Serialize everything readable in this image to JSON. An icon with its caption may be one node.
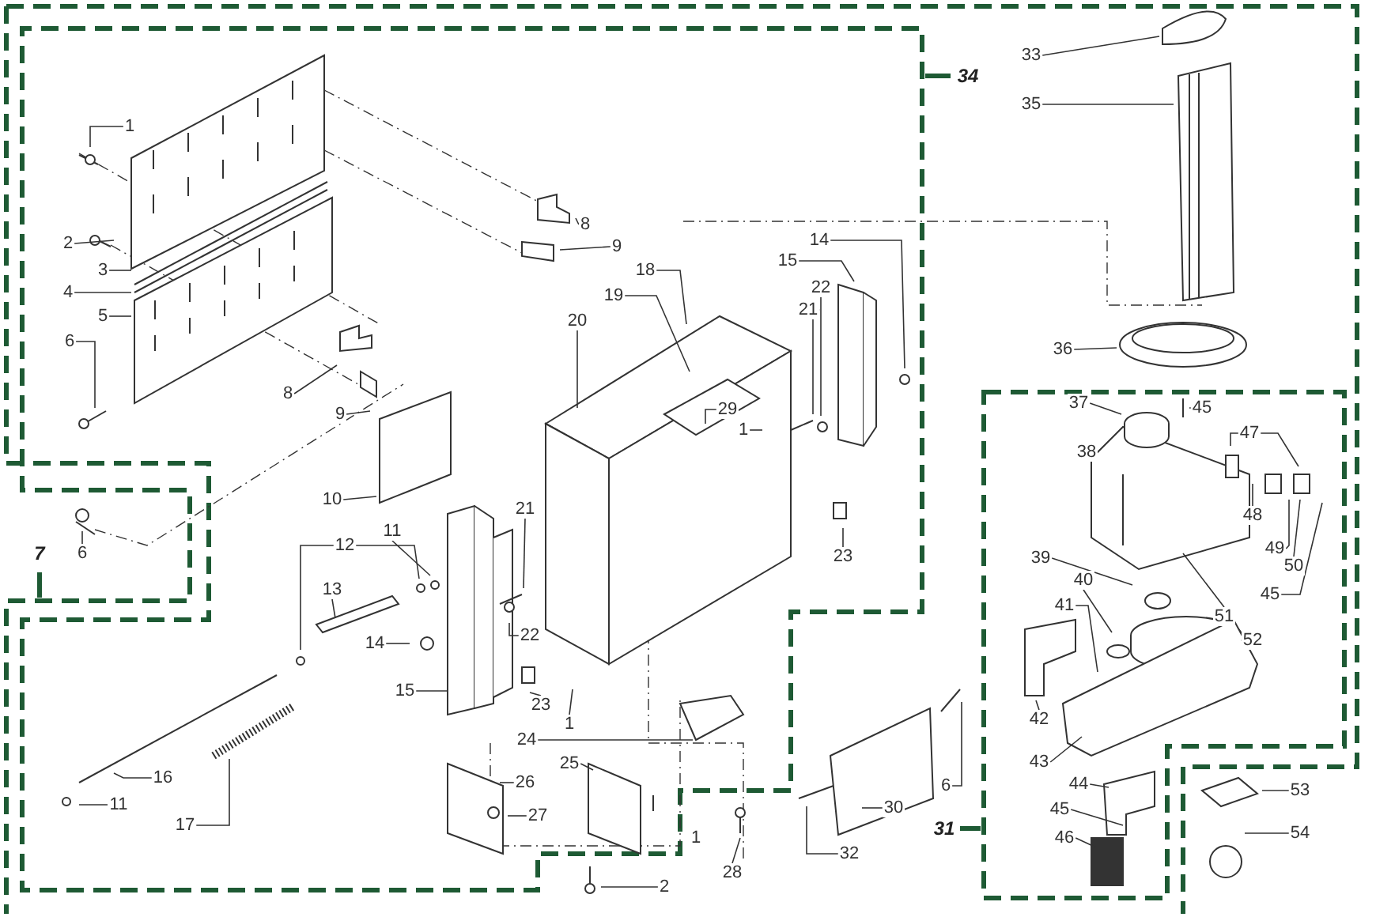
{
  "diagram": {
    "nodes": [
      {
        "text": [
          "33"
        ]
      },
      {
        "text": [
          "35"
        ]
      },
      {
        "text": [
          "34"
        ]
      },
      {
        "text": [
          "1"
        ]
      },
      {
        "text": [
          "8"
        ]
      },
      {
        "text": [
          "14"
        ]
      },
      {
        "text": [
          "9"
        ]
      },
      {
        "text": [
          "2"
        ]
      },
      {
        "text": [
          "15"
        ]
      },
      {
        "text": [
          "18"
        ]
      },
      {
        "text": [
          "3"
        ]
      },
      {
        "text": [
          "22"
        ]
      },
      {
        "text": [
          "4"
        ]
      },
      {
        "text": [
          "19"
        ]
      },
      {
        "text": [
          "21"
        ]
      },
      {
        "text": [
          "5"
        ]
      },
      {
        "text": [
          "20"
        ]
      },
      {
        "text": [
          "6"
        ]
      },
      {
        "text": [
          "36"
        ]
      },
      {
        "text": [
          "8"
        ]
      },
      {
        "text": [
          "37"
        ]
      },
      {
        "text": [
          "45"
        ]
      },
      {
        "text": [
          "9"
        ]
      },
      {
        "text": [
          "29"
        ]
      },
      {
        "text": [
          "1"
        ]
      },
      {
        "text": [
          "47"
        ]
      },
      {
        "text": [
          "38"
        ]
      },
      {
        "text": [
          "6"
        ]
      },
      {
        "text": [
          "10"
        ]
      },
      {
        "text": [
          "48"
        ]
      },
      {
        "text": [
          "11"
        ]
      },
      {
        "text": [
          "21"
        ]
      },
      {
        "text": [
          "12"
        ]
      },
      {
        "text": [
          "49"
        ]
      },
      {
        "text": [
          "7"
        ]
      },
      {
        "text": [
          "39"
        ]
      },
      {
        "text": [
          "50"
        ]
      },
      {
        "text": [
          "40"
        ]
      },
      {
        "text": [
          "13"
        ]
      },
      {
        "text": [
          "45"
        ]
      },
      {
        "text": [
          "41"
        ]
      },
      {
        "text": [
          "51"
        ]
      },
      {
        "text": [
          "22"
        ]
      },
      {
        "text": [
          "52"
        ]
      },
      {
        "text": [
          "14"
        ]
      },
      {
        "text": [
          "15"
        ]
      },
      {
        "text": [
          "23"
        ]
      },
      {
        "text": [
          "42"
        ]
      },
      {
        "text": [
          "1"
        ]
      },
      {
        "text": [
          "24"
        ]
      },
      {
        "text": [
          "43"
        ]
      },
      {
        "text": [
          "25"
        ]
      },
      {
        "text": [
          "16"
        ]
      },
      {
        "text": [
          "44"
        ]
      },
      {
        "text": [
          "6"
        ]
      },
      {
        "text": [
          "26"
        ]
      },
      {
        "text": [
          "11"
        ]
      },
      {
        "text": [
          "30"
        ]
      },
      {
        "text": [
          "45"
        ]
      },
      {
        "text": [
          "27"
        ]
      },
      {
        "text": [
          "17"
        ]
      },
      {
        "text": [
          "31"
        ]
      },
      {
        "text": [
          "46"
        ]
      },
      {
        "text": [
          "53"
        ]
      },
      {
        "text": [
          "54"
        ]
      },
      {
        "text": [
          "1"
        ]
      },
      {
        "text": [
          "28"
        ]
      },
      {
        "text": [
          "32"
        ]
      },
      {
        "text": [
          "2"
        ]
      },
      {
        "text": [
          "23"
        ]
      }
    ],
    "edges": [
      {
        "from": 0,
        "to": null,
        "arrow": "none"
      },
      {
        "from": 1,
        "to": null,
        "arrow": "none"
      },
      {
        "from": 3,
        "to": null,
        "arrow": "none"
      },
      {
        "from": 4,
        "to": null,
        "arrow": "none"
      },
      {
        "from": 5,
        "to": null,
        "arrow": "none"
      },
      {
        "from": 6,
        "to": null,
        "arrow": "none"
      },
      {
        "from": 7,
        "to": null,
        "arrow": "none"
      },
      {
        "from": 8,
        "to": null,
        "arrow": "none"
      },
      {
        "from": 9,
        "to": null,
        "arrow": "none"
      },
      {
        "from": 10,
        "to": null,
        "arrow": "none"
      },
      {
        "from": 11,
        "to": null,
        "arrow": "none"
      },
      {
        "from": 12,
        "to": null,
        "arrow": "none"
      },
      {
        "from": 13,
        "to": null,
        "arrow": "none"
      },
      {
        "from": 14,
        "to": null,
        "arrow": "none"
      },
      {
        "from": 15,
        "to": null,
        "arrow": "none"
      },
      {
        "from": 16,
        "to": null,
        "arrow": "none"
      },
      {
        "from": 17,
        "to": null,
        "arrow": "none"
      },
      {
        "from": 18,
        "to": null,
        "arrow": "none"
      },
      {
        "from": 19,
        "to": null,
        "arrow": "none"
      },
      {
        "from": 20,
        "to": null,
        "arrow": "none"
      },
      {
        "from": 21,
        "to": null,
        "arrow": "none"
      },
      {
        "from": 22,
        "to": null,
        "arrow": "none"
      },
      {
        "from": 23,
        "to": null,
        "arrow": "none"
      },
      {
        "from": 24,
        "to": null,
        "arrow": "none"
      },
      {
        "from": 25,
        "to": null,
        "arrow": "none"
      },
      {
        "from": 25,
        "to": null,
        "arrow": "none"
      },
      {
        "from": 27,
        "to": null,
        "arrow": "none"
      },
      {
        "from": 28,
        "to": null,
        "arrow": "none"
      },
      {
        "from": 29,
        "to": null,
        "arrow": "none"
      },
      {
        "from": 30,
        "to": null,
        "arrow": "none"
      },
      {
        "from": 31,
        "to": null,
        "arrow": "none"
      },
      {
        "from": 32,
        "to": null,
        "arrow": "none"
      },
      {
        "from": 32,
        "to": null,
        "arrow": "none"
      },
      {
        "from": 33,
        "to": null,
        "arrow": "none"
      },
      {
        "from": 35,
        "to": null,
        "arrow": "none"
      },
      {
        "from": 36,
        "to": null,
        "arrow": "none"
      },
      {
        "from": 37,
        "to": null,
        "arrow": "none"
      },
      {
        "from": 38,
        "to": null,
        "arrow": "none"
      },
      {
        "from": 39,
        "to": null,
        "arrow": "none"
      },
      {
        "from": 40,
        "to": null,
        "arrow": "none"
      },
      {
        "from": 41,
        "to": null,
        "arrow": "none"
      },
      {
        "from": 42,
        "to": null,
        "arrow": "none"
      },
      {
        "from": 43,
        "to": null,
        "arrow": "none"
      },
      {
        "from": 44,
        "to": null,
        "arrow": "none"
      },
      {
        "from": 45,
        "to": null,
        "arrow": "none"
      },
      {
        "from": 46,
        "to": null,
        "arrow": "none"
      },
      {
        "from": 47,
        "to": null,
        "arrow": "none"
      },
      {
        "from": 48,
        "to": null,
        "arrow": "none"
      },
      {
        "from": 49,
        "to": null,
        "arrow": "none"
      },
      {
        "from": 50,
        "to": null,
        "arrow": "none"
      },
      {
        "from": 51,
        "to": null,
        "arrow": "none"
      },
      {
        "from": 52,
        "to": null,
        "arrow": "none"
      },
      {
        "from": 53,
        "to": null,
        "arrow": "none"
      },
      {
        "from": 54,
        "to": null,
        "arrow": "none"
      },
      {
        "from": 55,
        "to": null,
        "arrow": "none"
      },
      {
        "from": 56,
        "to": null,
        "arrow": "none"
      },
      {
        "from": 57,
        "to": null,
        "arrow": "none"
      },
      {
        "from": 58,
        "to": null,
        "arrow": "none"
      },
      {
        "from": 59,
        "to": null,
        "arrow": "none"
      },
      {
        "from": 60,
        "to": null,
        "arrow": "none"
      },
      {
        "from": 62,
        "to": null,
        "arrow": "none"
      },
      {
        "from": 63,
        "to": null,
        "arrow": "none"
      },
      {
        "from": 64,
        "to": null,
        "arrow": "none"
      },
      {
        "from": 66,
        "to": null,
        "arrow": "none"
      },
      {
        "from": 67,
        "to": null,
        "arrow": "none"
      },
      {
        "from": 68,
        "to": null,
        "arrow": "none"
      },
      {
        "from": 69,
        "to": null,
        "arrow": "none"
      }
    ]
  }
}
